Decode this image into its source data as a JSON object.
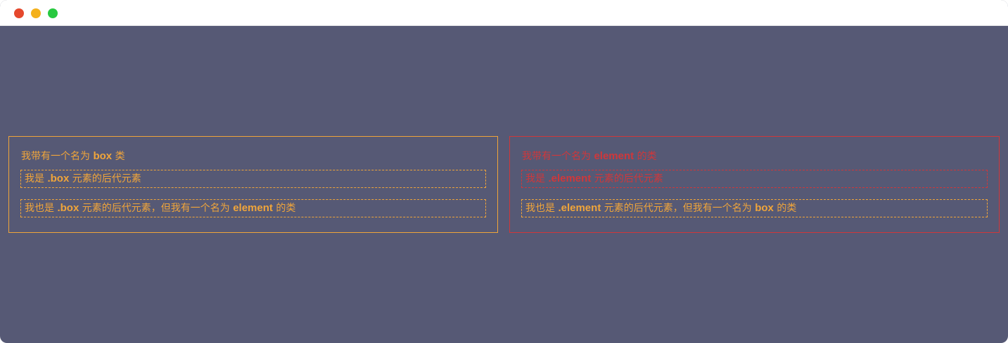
{
  "window": {
    "traffic_lights": [
      {
        "name": "close",
        "color": "#e5482d"
      },
      {
        "name": "minimize",
        "color": "#f4b11c"
      },
      {
        "name": "zoom",
        "color": "#28c940"
      }
    ],
    "background": "#565975"
  },
  "colors": {
    "box_color": "#f0a53a",
    "element_color": "#d0373a",
    "text_on_element": "#f0a53a"
  },
  "left_panel": {
    "title_pre": "我带有一个名为 ",
    "title_kw": "box",
    "title_post": " 类",
    "child1_pre": "我是 ",
    "child1_kw": ".box",
    "child1_post": " 元素的后代元素",
    "child2_pre": "我也是 ",
    "child2_kw": ".box",
    "child2_mid": " 元素的后代元素，但我有一个名为 ",
    "child2_kw2": "element",
    "child2_post": " 的类"
  },
  "right_panel": {
    "title_pre": "我带有一个名为 ",
    "title_kw": "element",
    "title_post": " 的类",
    "child1_pre": "我是 ",
    "child1_kw": ".element",
    "child1_post": " 元素的后代元素",
    "child2_pre": "我也是 ",
    "child2_kw": ".element",
    "child2_mid": " 元素的后代元素，但我有一个名为 ",
    "child2_kw2": "box",
    "child2_post": " 的类"
  }
}
